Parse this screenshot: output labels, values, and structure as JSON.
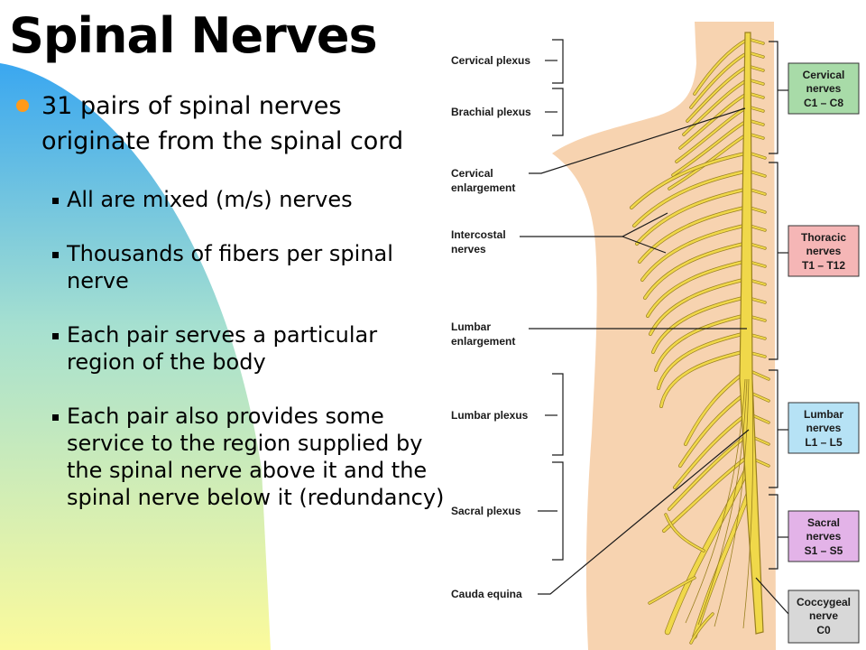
{
  "slide": {
    "title": "Spinal Nerves",
    "main_bullet": "31 pairs of spinal nerves originate from the spinal cord",
    "sub_bullets": [
      "All are mixed (m/s) nerves",
      "Thousands of fibers per spinal nerve",
      "Each pair serves a particular region of the body",
      "Each pair also provides some service to the region supplied by the spinal nerve above it and the spinal nerve below it (redundancy)"
    ]
  },
  "diagram": {
    "left_labels": {
      "cervical_plexus": "Cervical plexus",
      "brachial_plexus": "Brachial plexus",
      "cervical_enlargement_1": "Cervical",
      "cervical_enlargement_2": "enlargement",
      "intercostal_1": "Intercostal",
      "intercostal_2": "nerves",
      "lumbar_enlargement_1": "Lumbar",
      "lumbar_enlargement_2": "enlargement",
      "lumbar_plexus": "Lumbar plexus",
      "sacral_plexus": "Sacral plexus",
      "cauda_equina": "Cauda equina"
    },
    "boxes": [
      {
        "name": "cervical",
        "line1": "Cervical",
        "line2": "nerves",
        "line3": "C1 – C8",
        "fill": "#a8dba8"
      },
      {
        "name": "thoracic",
        "line1": "Thoracic",
        "line2": "nerves",
        "line3": "T1 – T12",
        "fill": "#f5b6b6"
      },
      {
        "name": "lumbar",
        "line1": "Lumbar",
        "line2": "nerves",
        "line3": "L1 – L5",
        "fill": "#b6e2f5"
      },
      {
        "name": "sacral",
        "line1": "Sacral",
        "line2": "nerves",
        "line3": "S1 – S5",
        "fill": "#e3b3e8"
      },
      {
        "name": "coccygeal",
        "line1": "Coccygeal",
        "line2": "nerve",
        "line3": "C0",
        "fill": "#d8d8d8"
      }
    ],
    "colors": {
      "skin": "#f7d3b0",
      "nerve": "#f0d84a",
      "nerve_outline": "#9a8020",
      "bullet": "#ff9a1a"
    }
  }
}
